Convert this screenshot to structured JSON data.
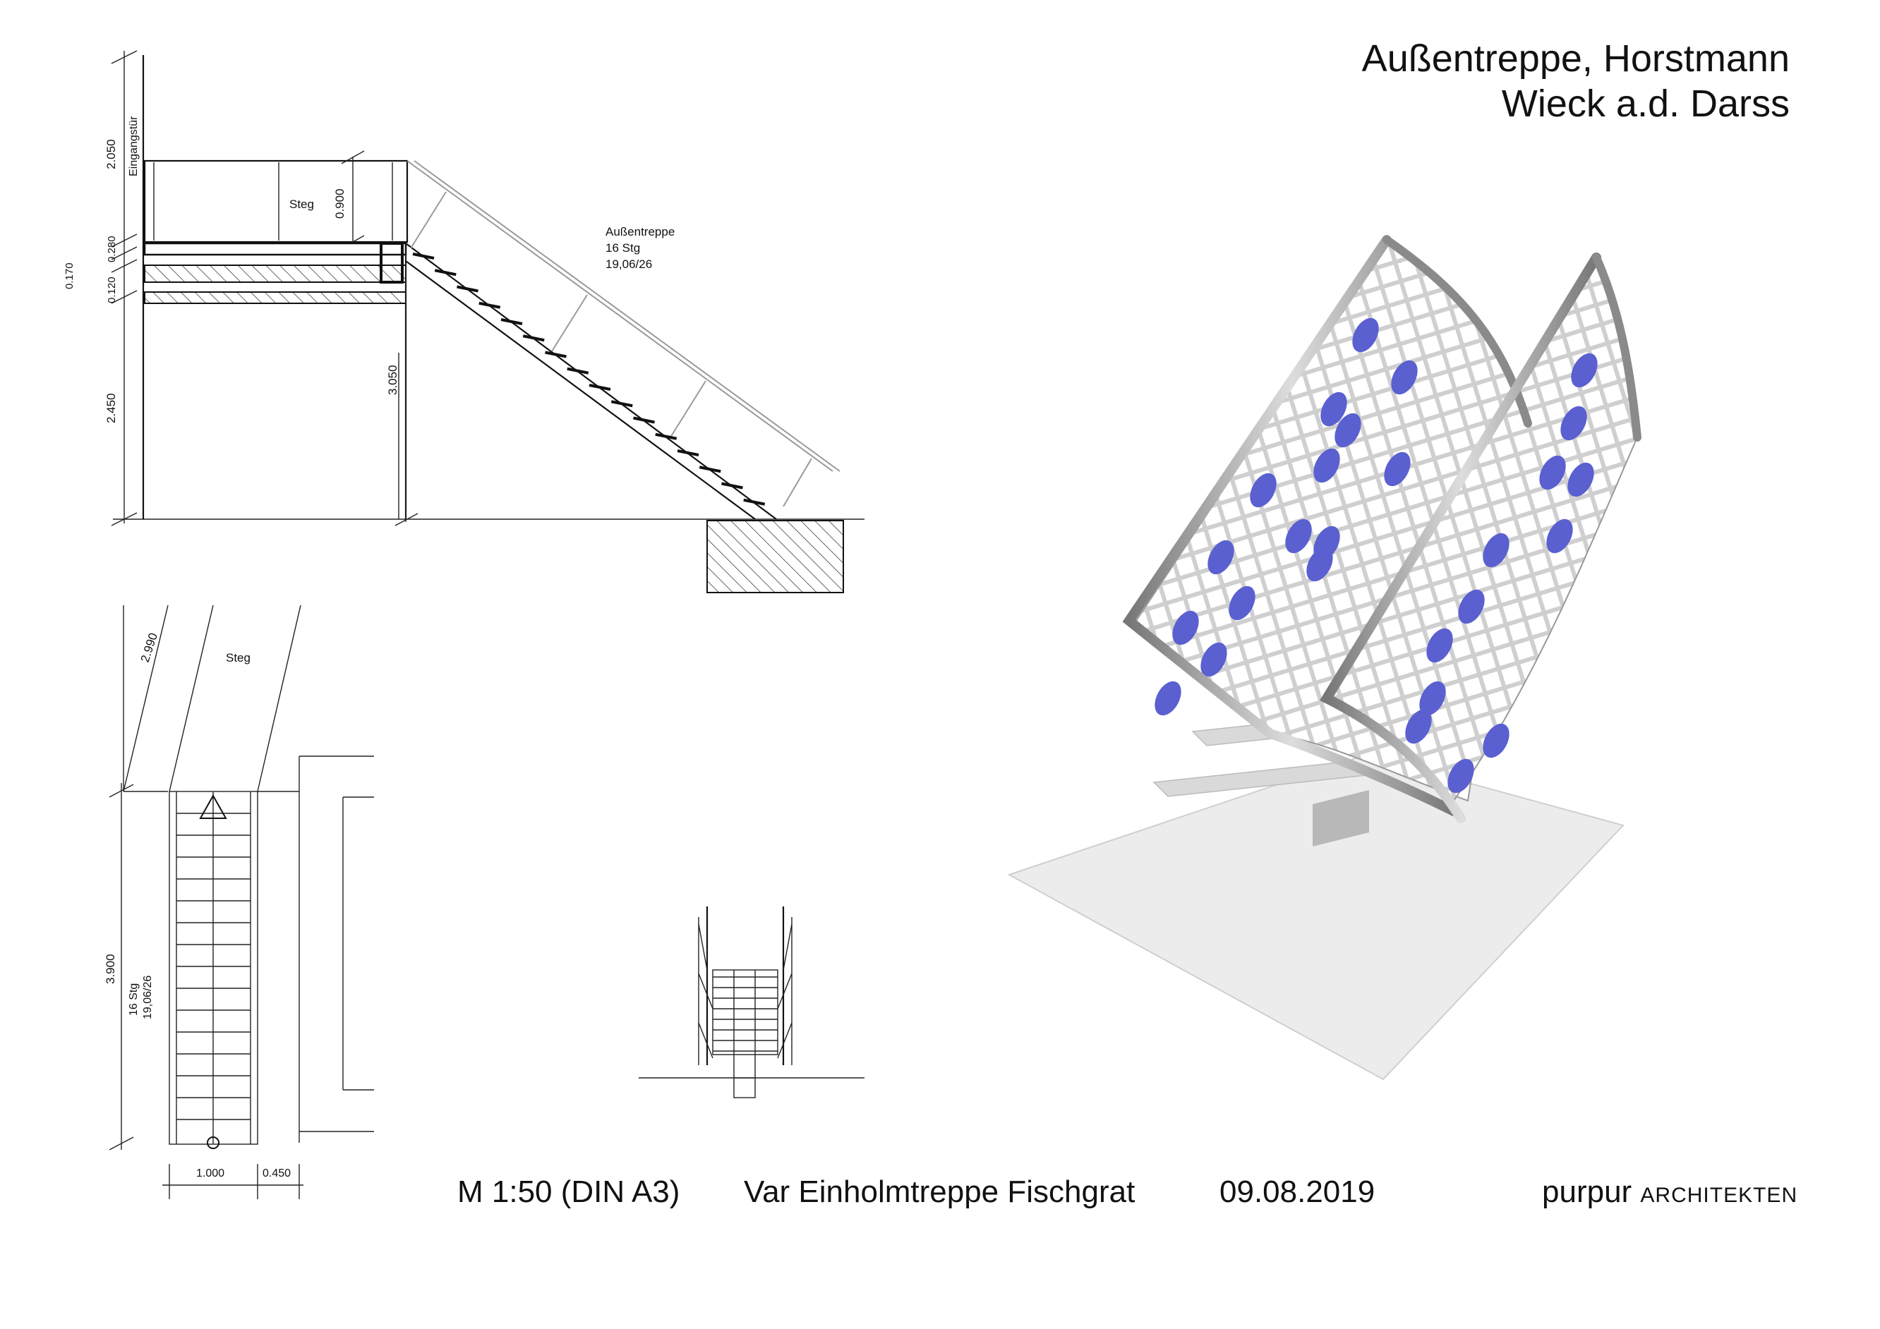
{
  "title": {
    "line1": "Außentreppe, Horstmann",
    "line2": "Wieck a.d. Darss"
  },
  "footer": {
    "scale": "M 1:50 (DIN A3)",
    "variant": "Var Einholmtreppe Fischgrat",
    "date": "09.08.2019",
    "brand": "purpur",
    "brand_suffix": "ARCHITEKTEN"
  },
  "section": {
    "door_label": "Eingangstür",
    "steg_label": "Steg",
    "stair_label": "Außentreppe",
    "stair_steps": "16 Stg",
    "stair_ratio": "19,06/26",
    "dims": {
      "door_height": "2.050",
      "railing_height": "0.900",
      "d_0280": "0.280",
      "d_0170": "0.170",
      "d_0120": "0.120",
      "lower_height": "2.450",
      "stair_height": "3.050"
    }
  },
  "plan": {
    "steg_label": "Steg",
    "dims": {
      "diag": "2.990",
      "length": "3.900",
      "width": "1.000",
      "gap": "0.450"
    },
    "steps_label": "16 Stg",
    "ratio_label": "19,06/26"
  },
  "colors": {
    "ink": "#111111",
    "spot_blue": "#5a60d0",
    "mesh_grey": "#cfcfcf",
    "slab_grey": "#ececec"
  }
}
